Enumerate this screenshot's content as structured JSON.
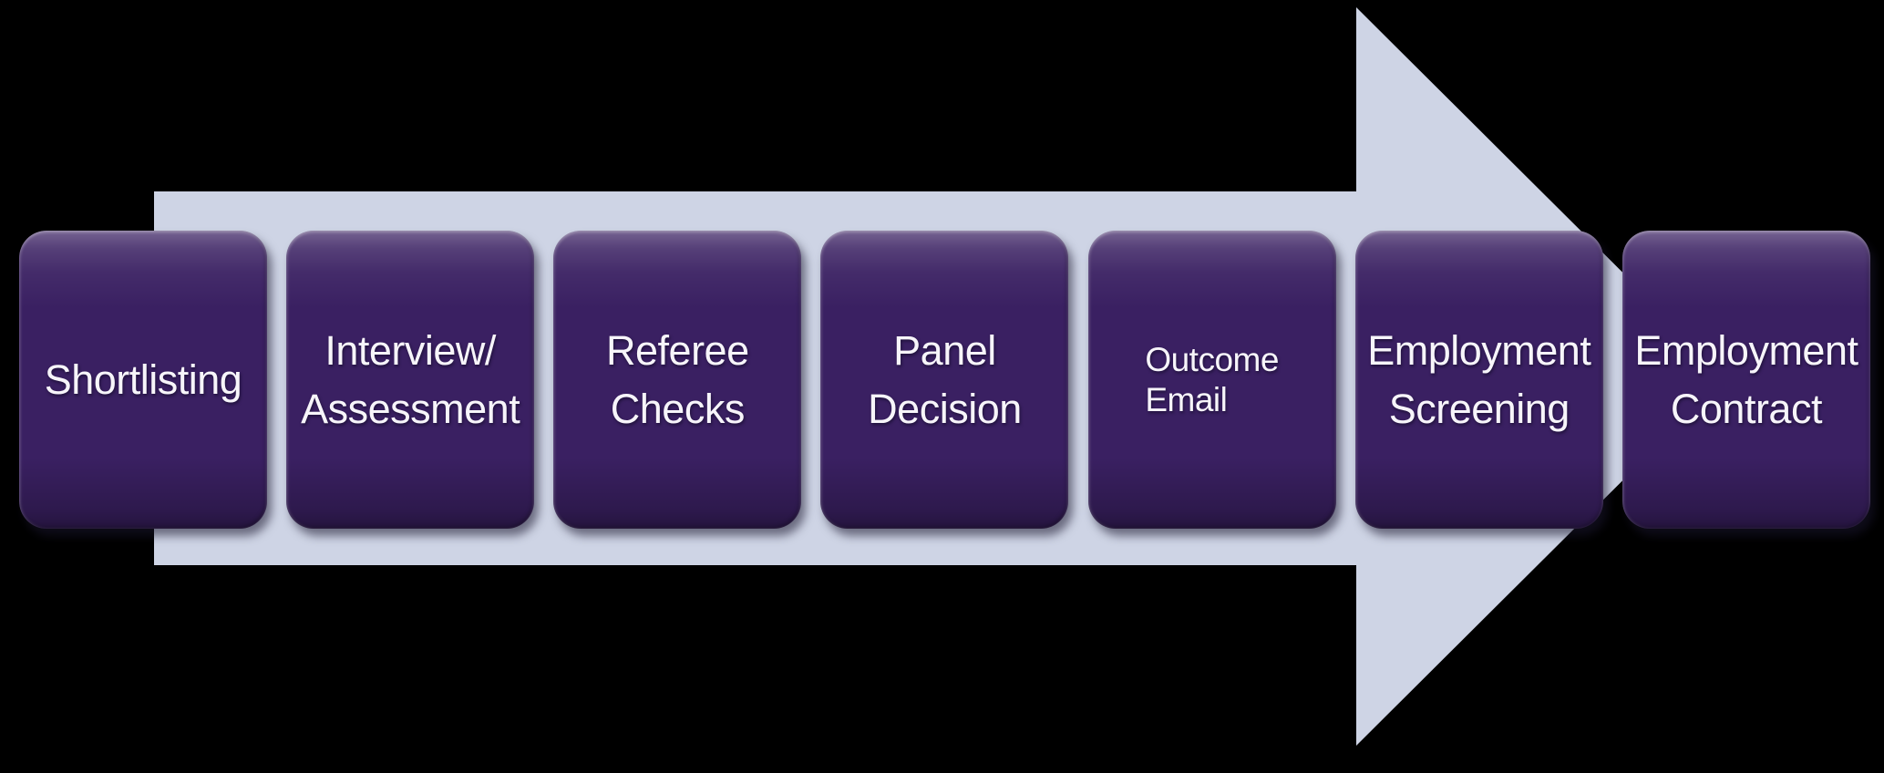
{
  "diagram": {
    "type": "process-flow-arrow",
    "direction": "right",
    "steps": [
      {
        "id": 1,
        "lines": [
          "Shortlisting"
        ]
      },
      {
        "id": 2,
        "lines": [
          "Interview/",
          "Assessment"
        ]
      },
      {
        "id": 3,
        "lines": [
          "Referee",
          "Checks"
        ]
      },
      {
        "id": 4,
        "lines": [
          "Panel",
          "Decision"
        ]
      },
      {
        "id": 5,
        "lines": [
          "Outcome",
          "Email"
        ],
        "variant": "compact"
      },
      {
        "id": 6,
        "lines": [
          "Employment",
          "Screening"
        ]
      },
      {
        "id": 7,
        "lines": [
          "Employment",
          "Contract"
        ]
      }
    ],
    "colors": {
      "background": "#000000",
      "arrow_fill": "#ced4e5",
      "step_fill": "#3a2062",
      "step_text": "#f7f5fa"
    }
  }
}
